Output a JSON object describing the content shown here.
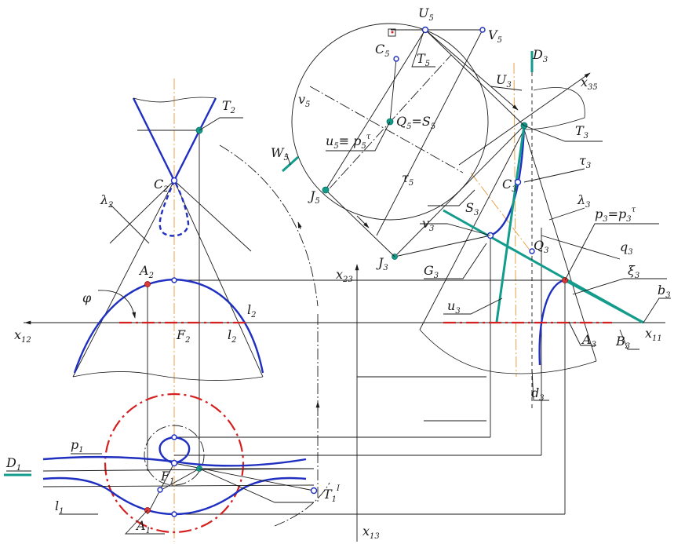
{
  "labels": {
    "U5": {
      "main": "U",
      "sub": "5"
    },
    "V5": {
      "main": "V",
      "sub": "5"
    },
    "C5": {
      "main": "C",
      "sub": "5"
    },
    "T5": {
      "main": "T",
      "sub": "5"
    },
    "D3": {
      "main": "D",
      "sub": "3"
    },
    "U3": {
      "main": "U",
      "sub": "3"
    },
    "x35": {
      "main": "x",
      "sub": "35"
    },
    "v5": {
      "main": "v",
      "sub": "5"
    },
    "Q5S5": {
      "main": "Q",
      "sub": "5",
      "rest": "=S",
      "sub2": "5"
    },
    "u5p5": {
      "main": "u",
      "sub": "5",
      "rest": "≡ p",
      "sub2": "5",
      "sup": "τ"
    },
    "T3": {
      "main": "T",
      "sub": "3"
    },
    "tau3": {
      "main": "τ",
      "sub": "3"
    },
    "W5": {
      "main": "W",
      "sub": "5"
    },
    "tau5": {
      "main": "τ",
      "sub": "5"
    },
    "C3": {
      "main": "C",
      "sub": "3"
    },
    "lambda3": {
      "main": "λ",
      "sub": "3"
    },
    "J5": {
      "main": "J",
      "sub": "5"
    },
    "S3": {
      "main": "S",
      "sub": "3"
    },
    "p3": {
      "main": "p",
      "sub": "3",
      "rest": "=p",
      "sub2": "3",
      "sup": "τ"
    },
    "v3": {
      "main": "v",
      "sub": "3"
    },
    "Q3": {
      "main": "Q",
      "sub": "3"
    },
    "q3": {
      "main": "q",
      "sub": "3"
    },
    "J3": {
      "main": "J",
      "sub": "3"
    },
    "G3": {
      "main": "G",
      "sub": "3"
    },
    "xi3": {
      "main": "ξ",
      "sub": "3"
    },
    "u3": {
      "main": "u",
      "sub": "3"
    },
    "b3": {
      "main": "b",
      "sub": "3"
    },
    "x11": {
      "main": "x",
      "sub": "11"
    },
    "A3": {
      "main": "A",
      "sub": "3"
    },
    "B3": {
      "main": "B",
      "sub": "3"
    },
    "d3": {
      "main": "d",
      "sub": "3"
    },
    "T2": {
      "main": "T",
      "sub": "2"
    },
    "C2": {
      "main": "C",
      "sub": "2"
    },
    "lambda2": {
      "main": "λ",
      "sub": "2"
    },
    "A2": {
      "main": "A",
      "sub": "2"
    },
    "phi": {
      "main": "φ"
    },
    "x12": {
      "main": "x",
      "sub": "12"
    },
    "F2": {
      "main": "F",
      "sub": "2"
    },
    "l2a": {
      "main": "l",
      "sub": "2"
    },
    "l2b": {
      "main": "l",
      "sub": "2"
    },
    "x23": {
      "main": "x",
      "sub": "23"
    },
    "D1": {
      "main": "D",
      "sub": "1"
    },
    "p1": {
      "main": "p",
      "sub": "1"
    },
    "F1": {
      "main": "F",
      "sub": "1"
    },
    "l1": {
      "main": "l",
      "sub": "1"
    },
    "A1": {
      "main": "A",
      "sub": "1"
    },
    "T1": {
      "main": "T",
      "sub": "1",
      "sup": "I"
    },
    "x13": {
      "main": "x",
      "sub": "13"
    }
  },
  "colors": {
    "curve": "#1f2fbf",
    "circle": "#d42020",
    "tangent": "#139c8c",
    "axis": "#e8a14a",
    "line": "#1a1a1a"
  }
}
